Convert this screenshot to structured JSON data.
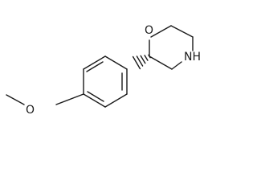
{
  "molecule": {
    "atoms": {
      "ring_oxygen": "O",
      "ring_nitrogen": "NH",
      "methoxy_oxygen": "O"
    },
    "stereo_bond": "hashed-wedge",
    "colors": {
      "bond": "#1a1a1a",
      "background": "#ffffff"
    }
  }
}
